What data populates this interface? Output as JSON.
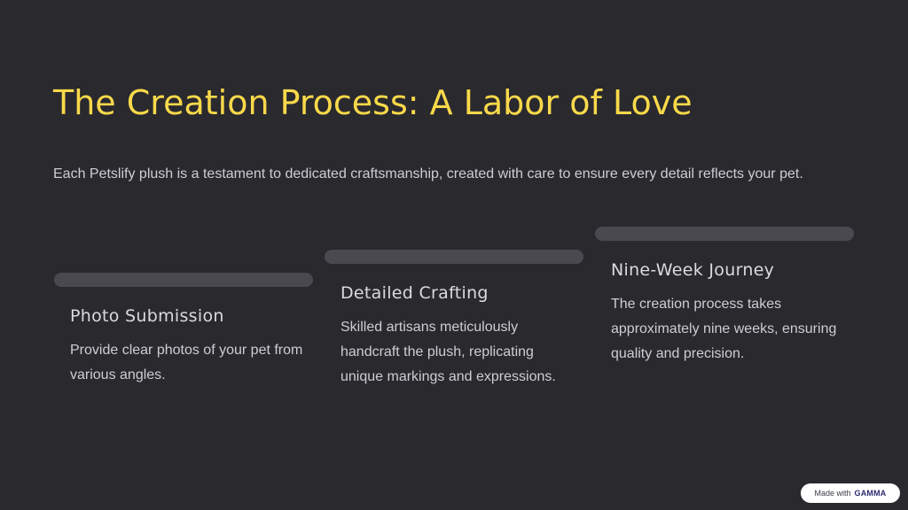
{
  "slide": {
    "title": "The Creation Process: A Labor of Love",
    "intro": "Each Petslify plush is a testament to dedicated craftsmanship, created with care to ensure every detail reflects your pet."
  },
  "steps": [
    {
      "heading": "Photo Submission",
      "text": "Provide clear photos of your pet from various angles."
    },
    {
      "heading": "Detailed Crafting",
      "text": "Skilled artisans meticulously handcraft the plush, replicating unique markings and expressions."
    },
    {
      "heading": "Nine-Week Journey",
      "text": "The creation process takes approximately nine weeks, ensuring quality and precision."
    }
  ],
  "badge": {
    "prefix": "Made with",
    "brand": "GAMMA"
  }
}
